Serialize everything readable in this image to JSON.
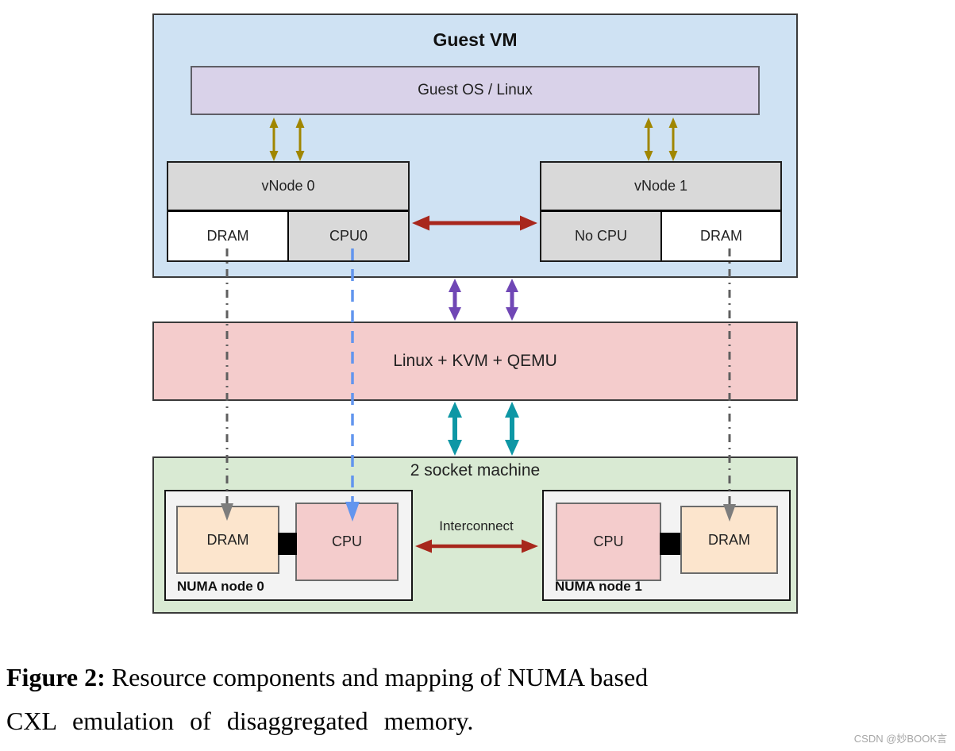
{
  "palette": {
    "guest_vm_bg": "#cfe2f3",
    "guest_os_bg": "#d9d2e9",
    "vnode_bg": "#d9d9d9",
    "hypervisor_bg": "#f4cccc",
    "machine_bg": "#d9ead3",
    "numa_bg": "#f3f3f3",
    "dram_bg": "#fce5cd",
    "cpu_bg": "#f4cccc",
    "arrow_olive": "#a08600",
    "arrow_red": "#a8271c",
    "arrow_purple": "#7047b5",
    "arrow_teal": "#0e97a5",
    "line_blue": "#6295ee",
    "line_gray": "#5f5f5f"
  },
  "guest_vm": {
    "title": "Guest VM",
    "guest_os_label": "Guest OS / Linux",
    "vnode0": {
      "title": "vNode 0",
      "mem_label": "DRAM",
      "cpu_label": "CPU0"
    },
    "vnode1": {
      "title": "vNode 1",
      "cpu_label": "No CPU",
      "mem_label": "DRAM"
    }
  },
  "hypervisor": {
    "label": "Linux + KVM + QEMU"
  },
  "machine": {
    "title": "2 socket machine",
    "interconnect_label": "Interconnect",
    "numa0": {
      "label": "NUMA node 0",
      "mem_label": "DRAM",
      "cpu_label": "CPU"
    },
    "numa1": {
      "label": "NUMA node 1",
      "cpu_label": "CPU",
      "mem_label": "DRAM"
    }
  },
  "caption": {
    "prefix": "Figure 2:",
    "line1": " Resource components and mapping of NUMA based",
    "line2": "CXL emulation of disaggregated memory."
  },
  "watermark": "CSDN @妙BOOK言"
}
